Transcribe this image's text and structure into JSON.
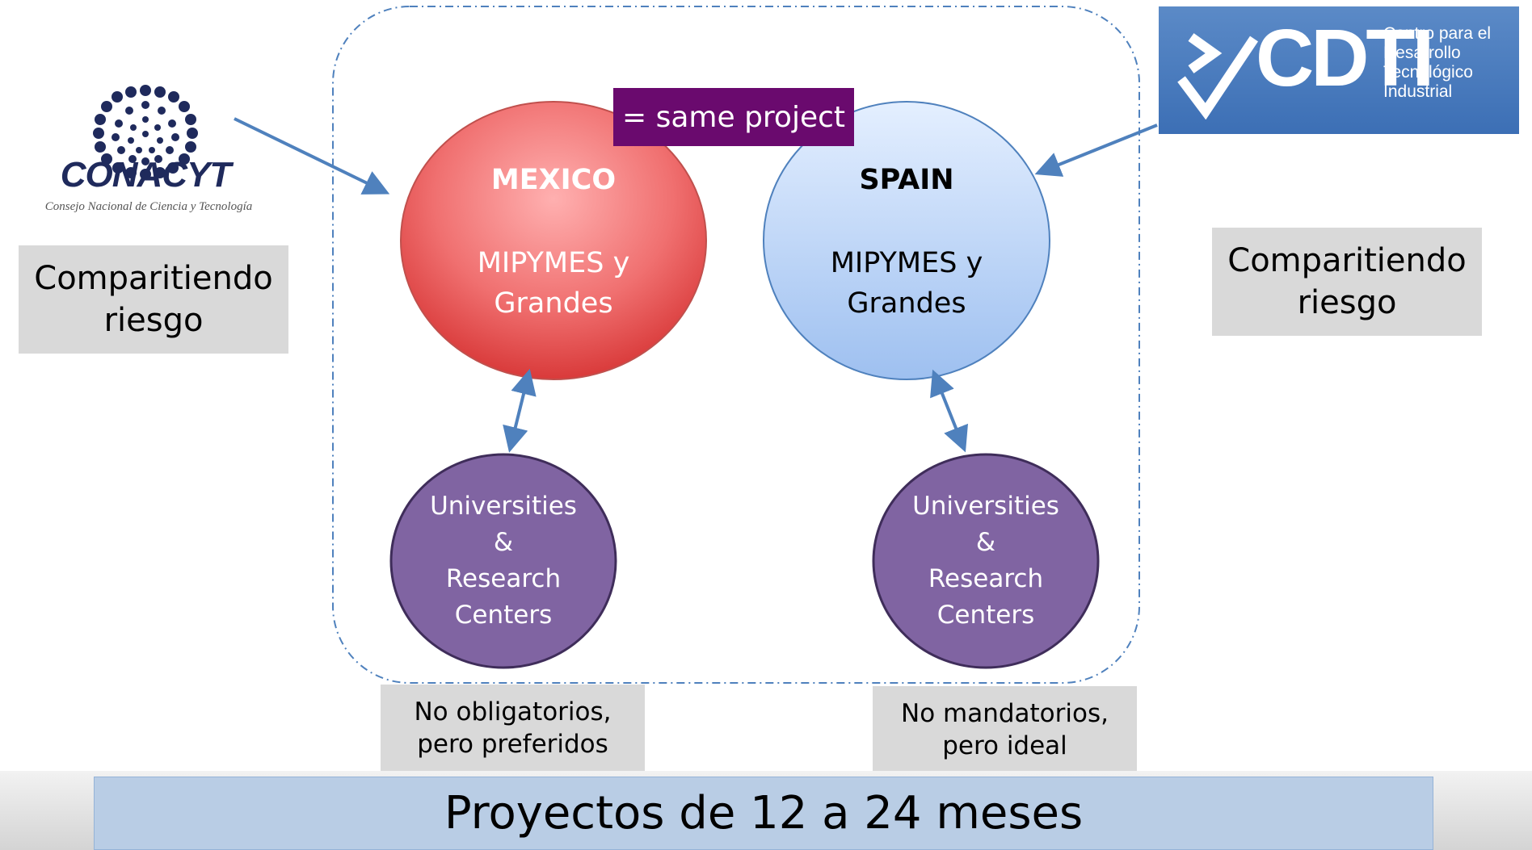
{
  "conacyt_logo": {
    "name": "CONACYT",
    "subtitle": "Consejo Nacional de Ciencia y Tecnología",
    "color": "#1f2a5c"
  },
  "cdti_logo": {
    "name": "CDTI",
    "tagline": [
      "Centro para el",
      "Desarrollo",
      "Tecnológico",
      "Industrial"
    ],
    "color": "#4a7bbf"
  },
  "same_project_label": "= same project",
  "mexico": {
    "title": "MEXICO",
    "desc_line1": "MIPYMES y",
    "desc_line2": "Grandes",
    "color": "#e84d4d"
  },
  "spain": {
    "title": "SPAIN",
    "desc_line1": "MIPYMES y",
    "desc_line2": "Grandes",
    "color": "#b8d2f7"
  },
  "universities_mx": {
    "line1": "Universities",
    "line2": "&",
    "line3": "Research",
    "line4": "Centers"
  },
  "universities_es": {
    "line1": "Universities",
    "line2": "&",
    "line3": "Research",
    "line4": "Centers"
  },
  "risk_left": {
    "line1": "Comparitiendo",
    "line2": "riesgo"
  },
  "risk_right": {
    "line1": "Comparitiendo",
    "line2": "riesgo"
  },
  "note_left": {
    "line1": "No obligatorios,",
    "line2": "pero preferidos"
  },
  "note_right": {
    "line1": "No mandatorios,",
    "line2": "pero ideal"
  },
  "bottom_banner": "Proyectos de 12 a 24 meses",
  "colors": {
    "purple_circle": "#8064a2",
    "arrow": "#4f81bd",
    "same_project_bg": "#6a0a6e"
  }
}
